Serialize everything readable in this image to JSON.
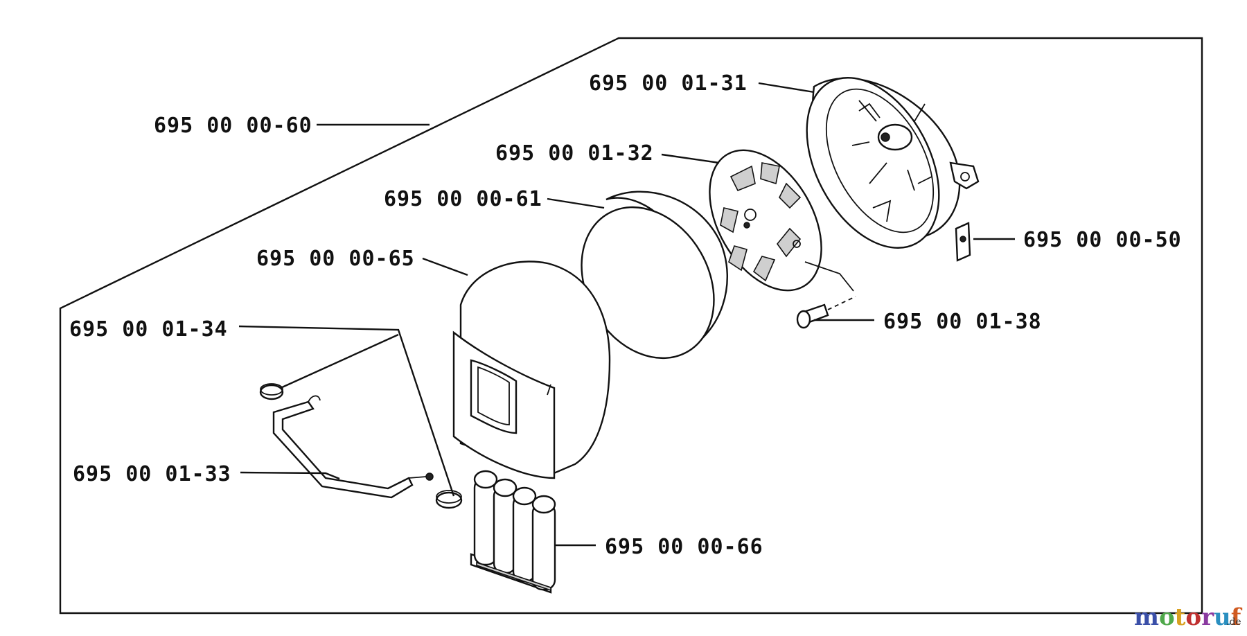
{
  "parts": [
    {
      "id": "p-00-60",
      "number": "695 00 00-60",
      "component": "kit-outline"
    },
    {
      "id": "p-01-31",
      "number": "695 00 01-31",
      "component": "filter-housing"
    },
    {
      "id": "p-01-32",
      "number": "695 00 01-32",
      "component": "support-plate"
    },
    {
      "id": "p-00-61",
      "number": "695 00 00-61",
      "component": "filter-element"
    },
    {
      "id": "p-00-50",
      "number": "695 00 00-50",
      "component": "gasket"
    },
    {
      "id": "p-00-65",
      "number": "695 00 00-65",
      "component": "filter-cover"
    },
    {
      "id": "p-01-38",
      "number": "695 00 01-38",
      "component": "screw"
    },
    {
      "id": "p-01-34",
      "number": "695 00 01-34",
      "component": "clamps"
    },
    {
      "id": "p-01-33",
      "number": "695 00 01-33",
      "component": "bracket"
    },
    {
      "id": "p-00-66",
      "number": "695 00 00-66",
      "component": "battery-pack"
    }
  ],
  "watermark": {
    "text": "motoruf",
    "suffix": ".de",
    "colors": [
      "#3a4fa8",
      "#4fa84a",
      "#d8a020",
      "#c03030",
      "#8a3aa0",
      "#2a8fc0",
      "#d05a20"
    ]
  }
}
